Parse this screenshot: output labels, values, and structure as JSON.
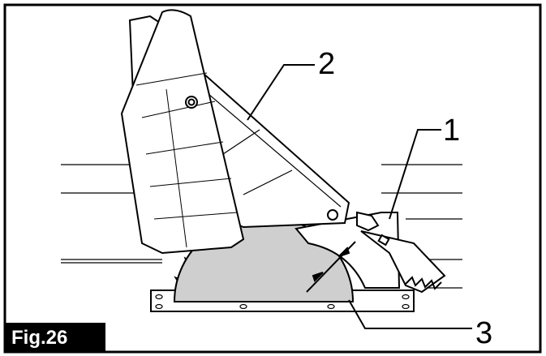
{
  "figure": {
    "label": "Fig.26",
    "callouts": [
      "1",
      "2",
      "3"
    ]
  },
  "colors": {
    "ink": "#000000",
    "blade_fill": "#cfcfcf",
    "paper": "#ffffff"
  }
}
